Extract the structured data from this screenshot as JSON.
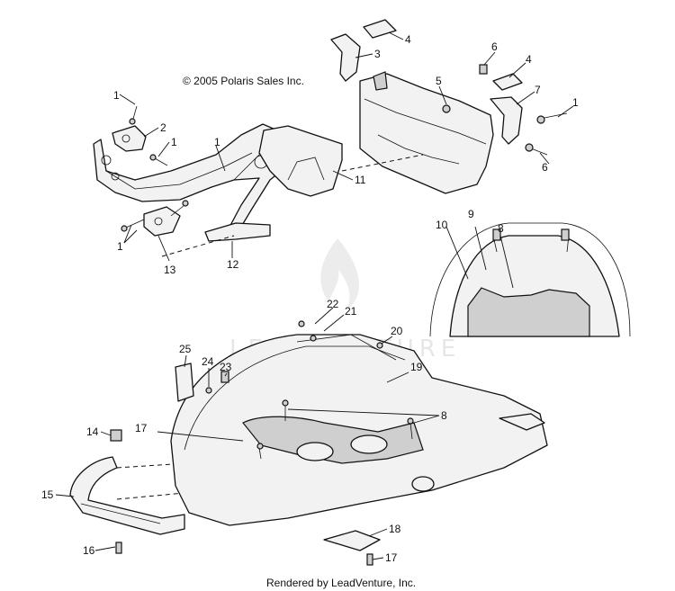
{
  "copyright": "© 2005 Polaris Sales Inc.",
  "footer": "Rendered by LeadVenture, Inc.",
  "watermark": "LEADVENTURE",
  "callouts": {
    "c1a": "1",
    "c2": "2",
    "c1b": "1",
    "c1c": "1",
    "c1d": "1",
    "c13": "13",
    "c12": "12",
    "c11": "11",
    "c4a": "4",
    "c3": "3",
    "c6a": "6",
    "c4b": "4",
    "c5": "5",
    "c7": "7",
    "c1e": "1",
    "c6b": "6",
    "c10": "10",
    "c9": "9",
    "c8a": "8",
    "c22": "22",
    "c21": "21",
    "c20": "20",
    "c25": "25",
    "c24": "24",
    "c23": "23",
    "c19": "19",
    "c17a": "17",
    "c8b": "8",
    "c14": "14",
    "c15": "15",
    "c16": "16",
    "c18": "18",
    "c17b": "17"
  }
}
